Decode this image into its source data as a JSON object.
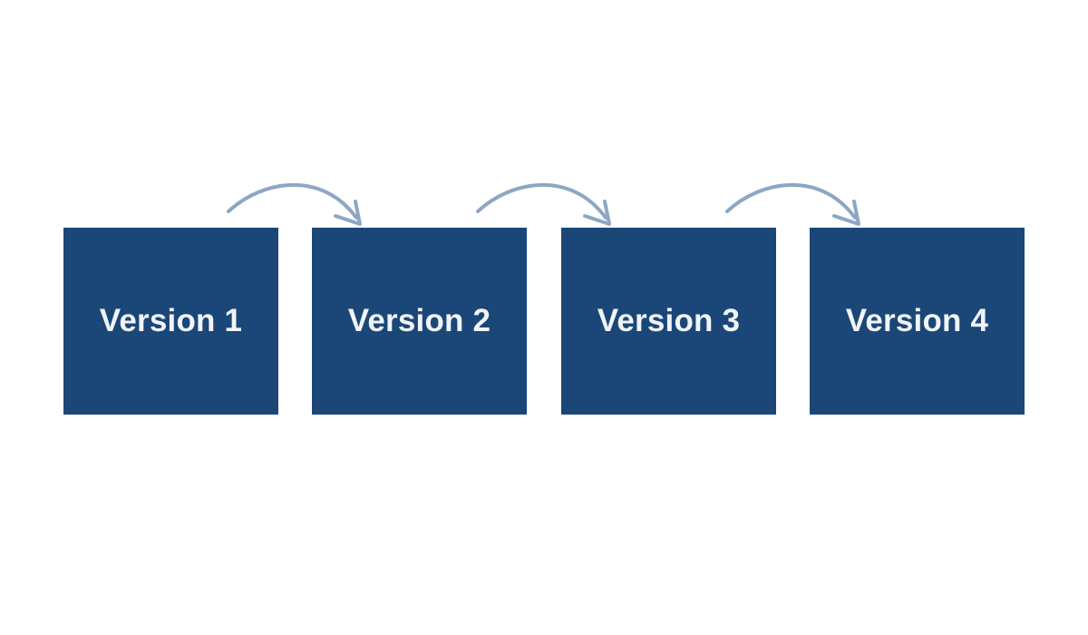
{
  "colors": {
    "box_fill": "#1b4778",
    "box_text": "#f1f4f8",
    "arrow": "#8ea6c4",
    "background": "#ffffff"
  },
  "versions": [
    {
      "label": "Version 1"
    },
    {
      "label": "Version 2"
    },
    {
      "label": "Version 3"
    },
    {
      "label": "Version 4"
    }
  ],
  "arrows": [
    {
      "from": "Version 1",
      "to": "Version 2",
      "icon": "curved-arrow-icon"
    },
    {
      "from": "Version 2",
      "to": "Version 3",
      "icon": "curved-arrow-icon"
    },
    {
      "from": "Version 3",
      "to": "Version 4",
      "icon": "curved-arrow-icon"
    }
  ]
}
